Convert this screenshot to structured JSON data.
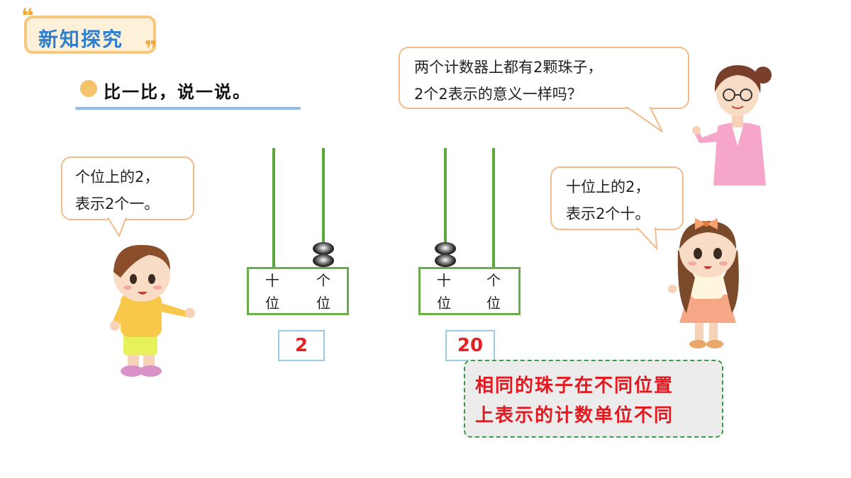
{
  "header": {
    "title": "新知探究"
  },
  "section": {
    "heading": "比一比，说一说。"
  },
  "teacher_bubble": {
    "line1": "两个计数器上都有2颗珠子，",
    "line2": "2个2表示的意义一样吗？"
  },
  "boy_bubble": {
    "line1": "个位上的2，",
    "line2": "表示2个一。"
  },
  "girl_bubble": {
    "line1": "十位上的2，",
    "line2": "表示2个十。"
  },
  "counters": [
    {
      "tens_label": [
        "十",
        "位"
      ],
      "ones_label": [
        "个",
        "位"
      ],
      "tens_beads": 0,
      "ones_beads": 2,
      "value": "2"
    },
    {
      "tens_label": [
        "十",
        "位"
      ],
      "ones_label": [
        "个",
        "位"
      ],
      "tens_beads": 2,
      "ones_beads": 0,
      "value": "20"
    }
  ],
  "conclusion": {
    "line1": "相同的珠子在不同位置",
    "line2": "上表示的计数单位不同"
  },
  "colors": {
    "title_text": "#2a7fd1",
    "badge_border": "#f7c77d",
    "rod": "#5aa83c",
    "value_text": "#e32024",
    "conclusion_text": "#e3191f",
    "conclusion_border": "#3b9b4a"
  }
}
